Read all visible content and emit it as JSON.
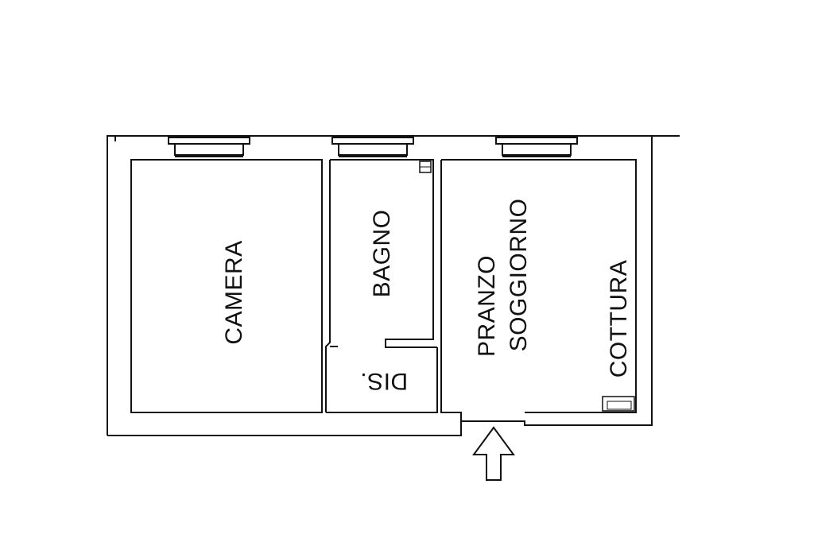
{
  "rooms": {
    "camera": "CAMERA",
    "bagno": "BAGNO",
    "dis": "DIS.",
    "pranzo": "PRANZO",
    "soggiorno": "SOGGIORNO",
    "cottura": "COTTURA"
  },
  "icons": {
    "entrance": "entrance-arrow-icon",
    "window": "window-icon"
  },
  "colors": {
    "line": "#111111",
    "background": "#ffffff"
  }
}
